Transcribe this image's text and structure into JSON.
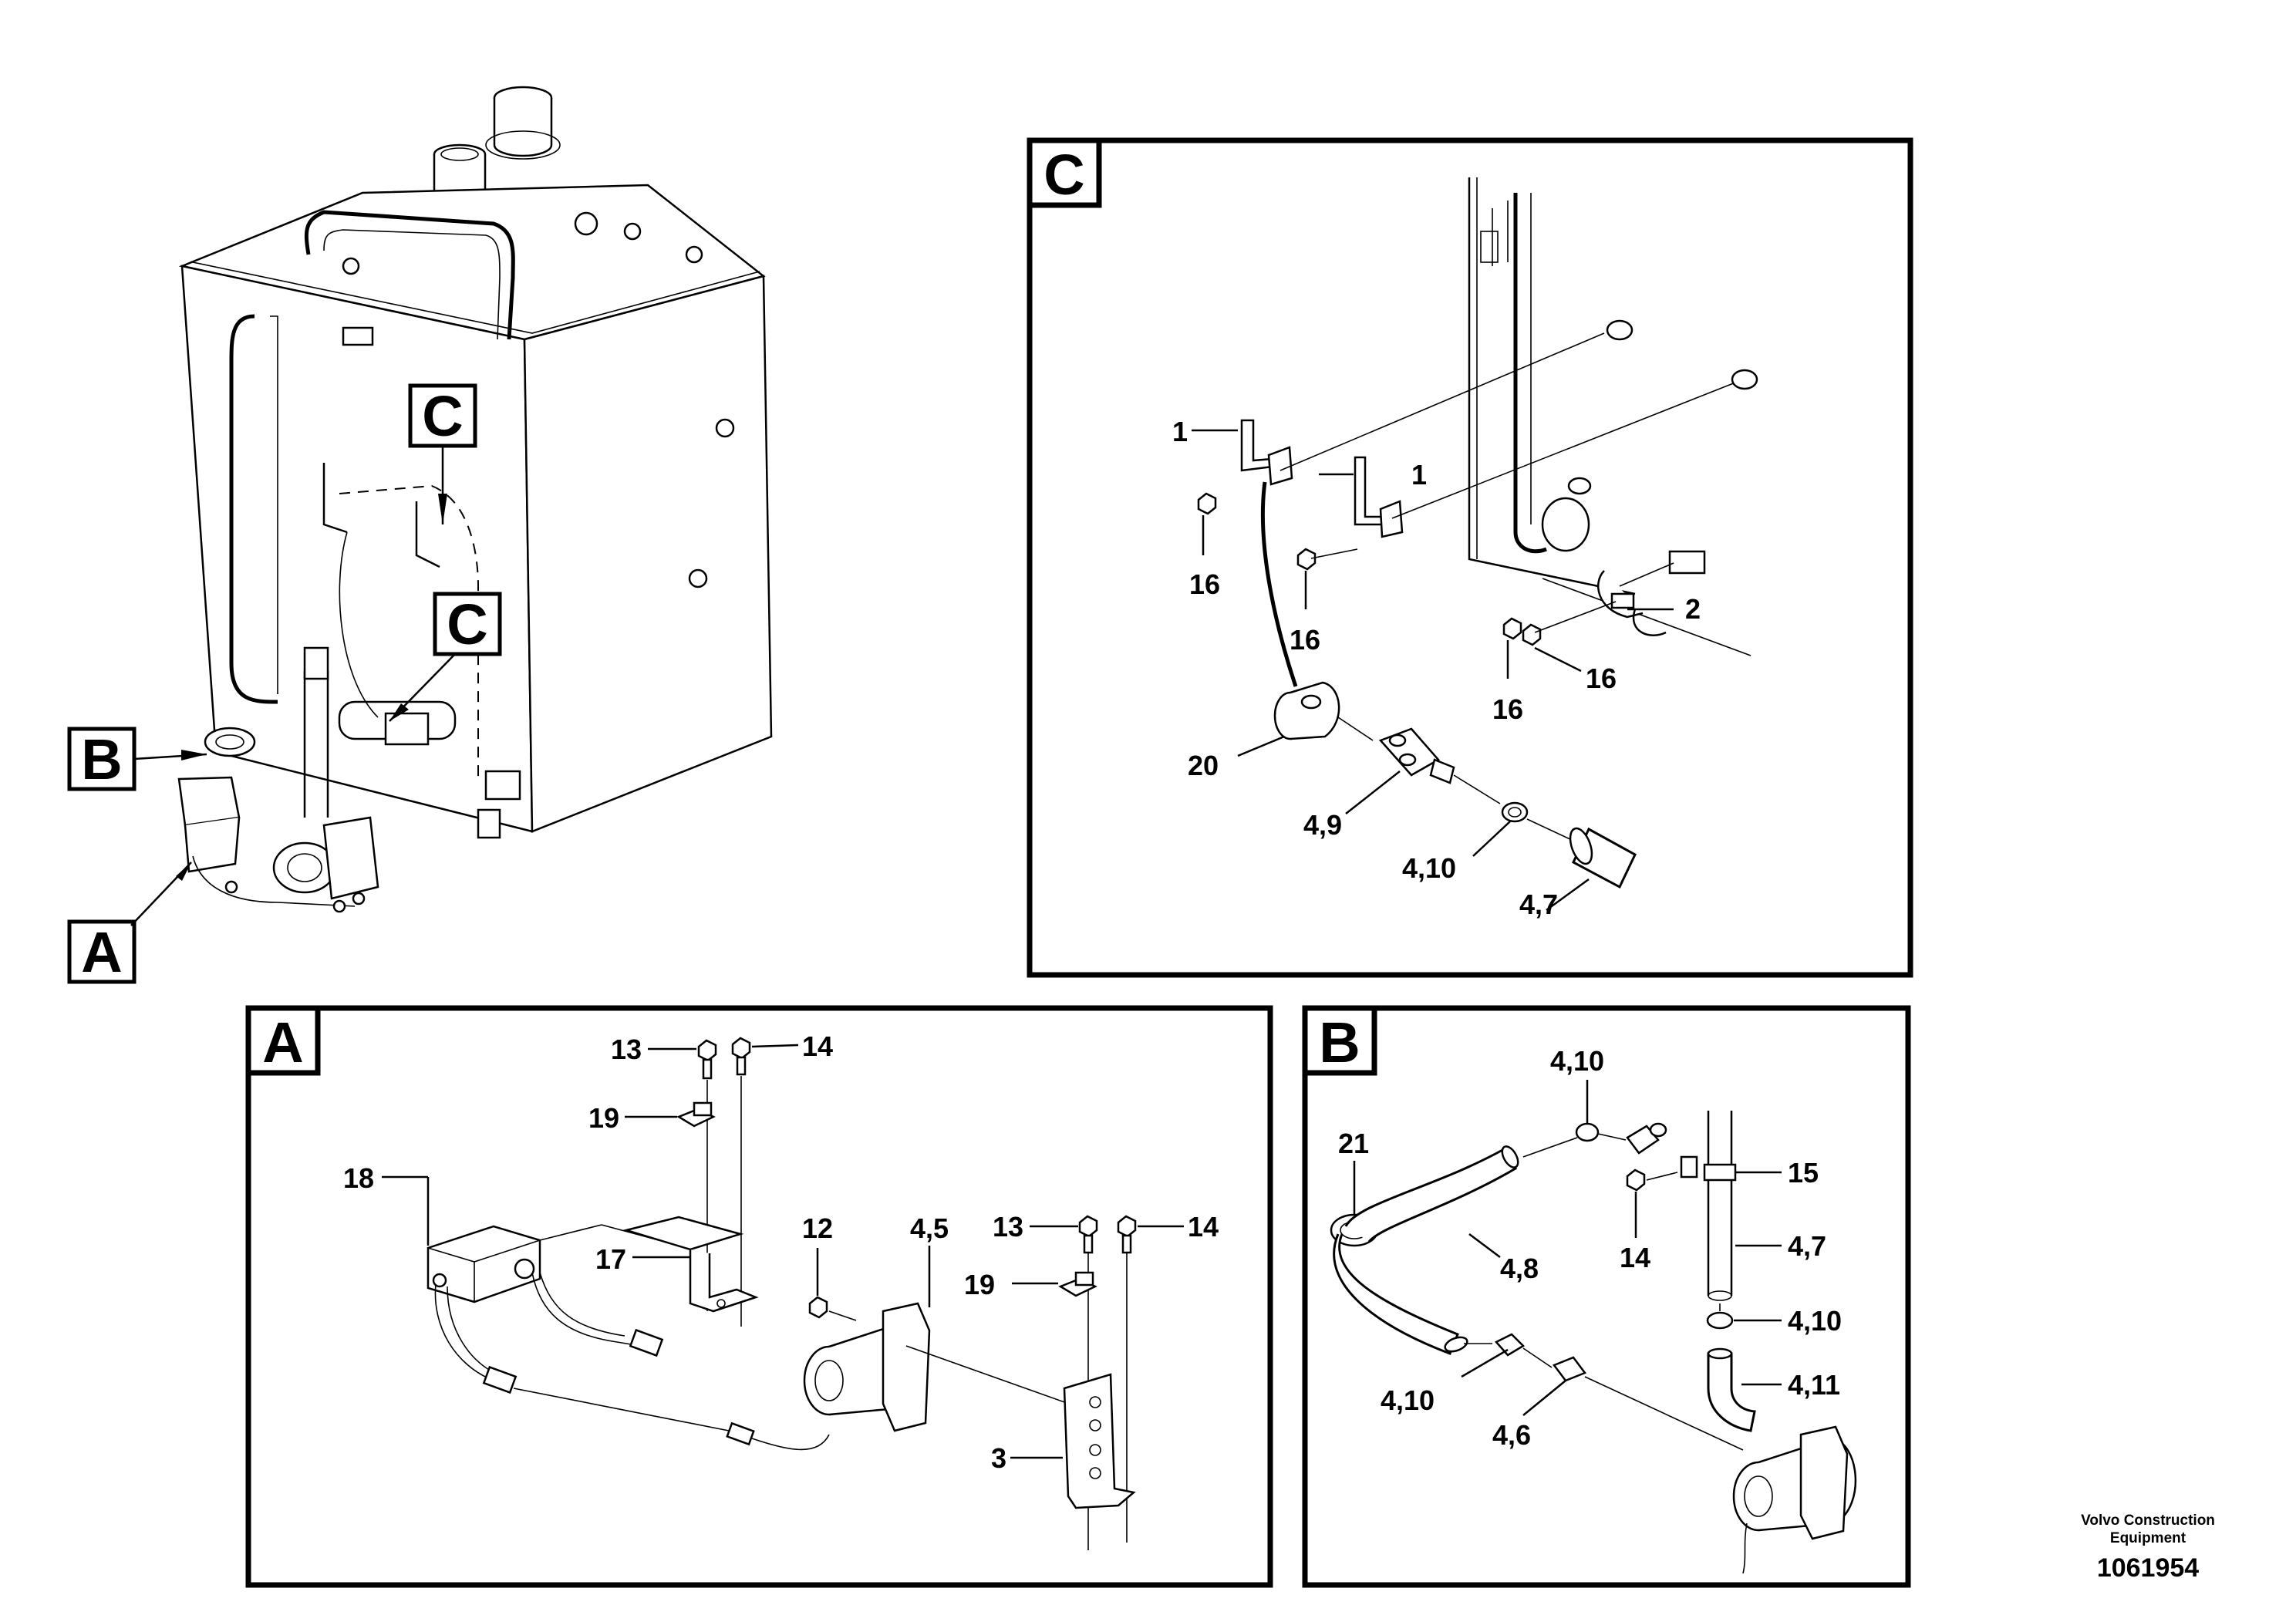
{
  "views": {
    "A": {
      "letter": "A"
    },
    "B": {
      "letter": "B"
    },
    "C": {
      "letter": "C"
    }
  },
  "overview_labels": {
    "a": "A",
    "b": "B",
    "c_upper": "C",
    "c_lower": "C"
  },
  "callouts": {
    "c_1a": "1",
    "c_1b": "1",
    "c_16a": "16",
    "c_16b": "16",
    "c_16c": "16",
    "c_16d": "16",
    "c_2": "2",
    "c_20": "20",
    "c_4_9": "4,9",
    "c_4_10": "4,10",
    "c_4_7": "4,7",
    "a_13a": "13",
    "a_14a": "14",
    "a_19a": "19",
    "a_18": "18",
    "a_17": "17",
    "a_12": "12",
    "a_4_5": "4,5",
    "a_13b": "13",
    "a_14b": "14",
    "a_19b": "19",
    "a_3": "3",
    "b_4_10a": "4,10",
    "b_21": "21",
    "b_15": "15",
    "b_4_8": "4,8",
    "b_14": "14",
    "b_4_7": "4,7",
    "b_4_10b": "4,10",
    "b_4_10c": "4,10",
    "b_4_11": "4,11",
    "b_4_6": "4,6"
  },
  "footer": {
    "brand_line1": "Volvo Construction",
    "brand_line2": "Equipment",
    "doc_number": "1061954"
  }
}
